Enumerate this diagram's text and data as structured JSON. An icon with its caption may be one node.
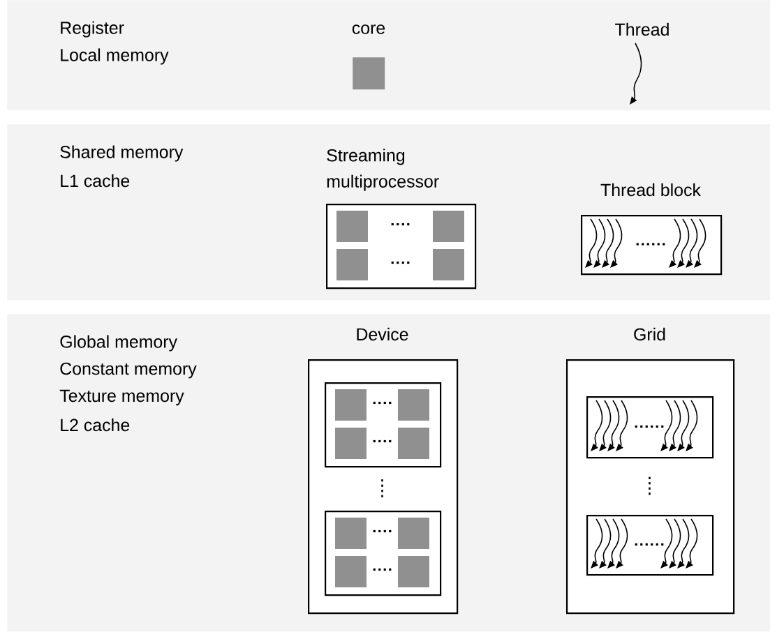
{
  "diagram": {
    "nodes": [
      {
        "text": [
          "Register",
          "Local memory"
        ]
      },
      {
        "text": [
          "core"
        ],
        "in": 0
      },
      {
        "text": [
          "Thread"
        ],
        "in": 0
      },
      {
        "text": [
          "Shared memory",
          "L1 cache"
        ]
      },
      {
        "text": [
          "Streaming multiprocessor"
        ],
        "in": 3
      },
      {
        "text": [
          "Thread block"
        ],
        "in": 3
      },
      {
        "text": [
          "Global memory",
          "Constant memory",
          "Texture memory",
          "L2 cache"
        ]
      },
      {
        "text": [
          "Device"
        ],
        "in": 6
      },
      {
        "text": [],
        "shape": "box",
        "in": 7
      },
      {
        "text": [],
        "shape": "box",
        "in": 7
      },
      {
        "text": [
          "Grid"
        ],
        "in": 6
      },
      {
        "text": [],
        "shape": "box",
        "in": 10
      },
      {
        "text": [],
        "shape": "box",
        "in": 10
      }
    ]
  }
}
